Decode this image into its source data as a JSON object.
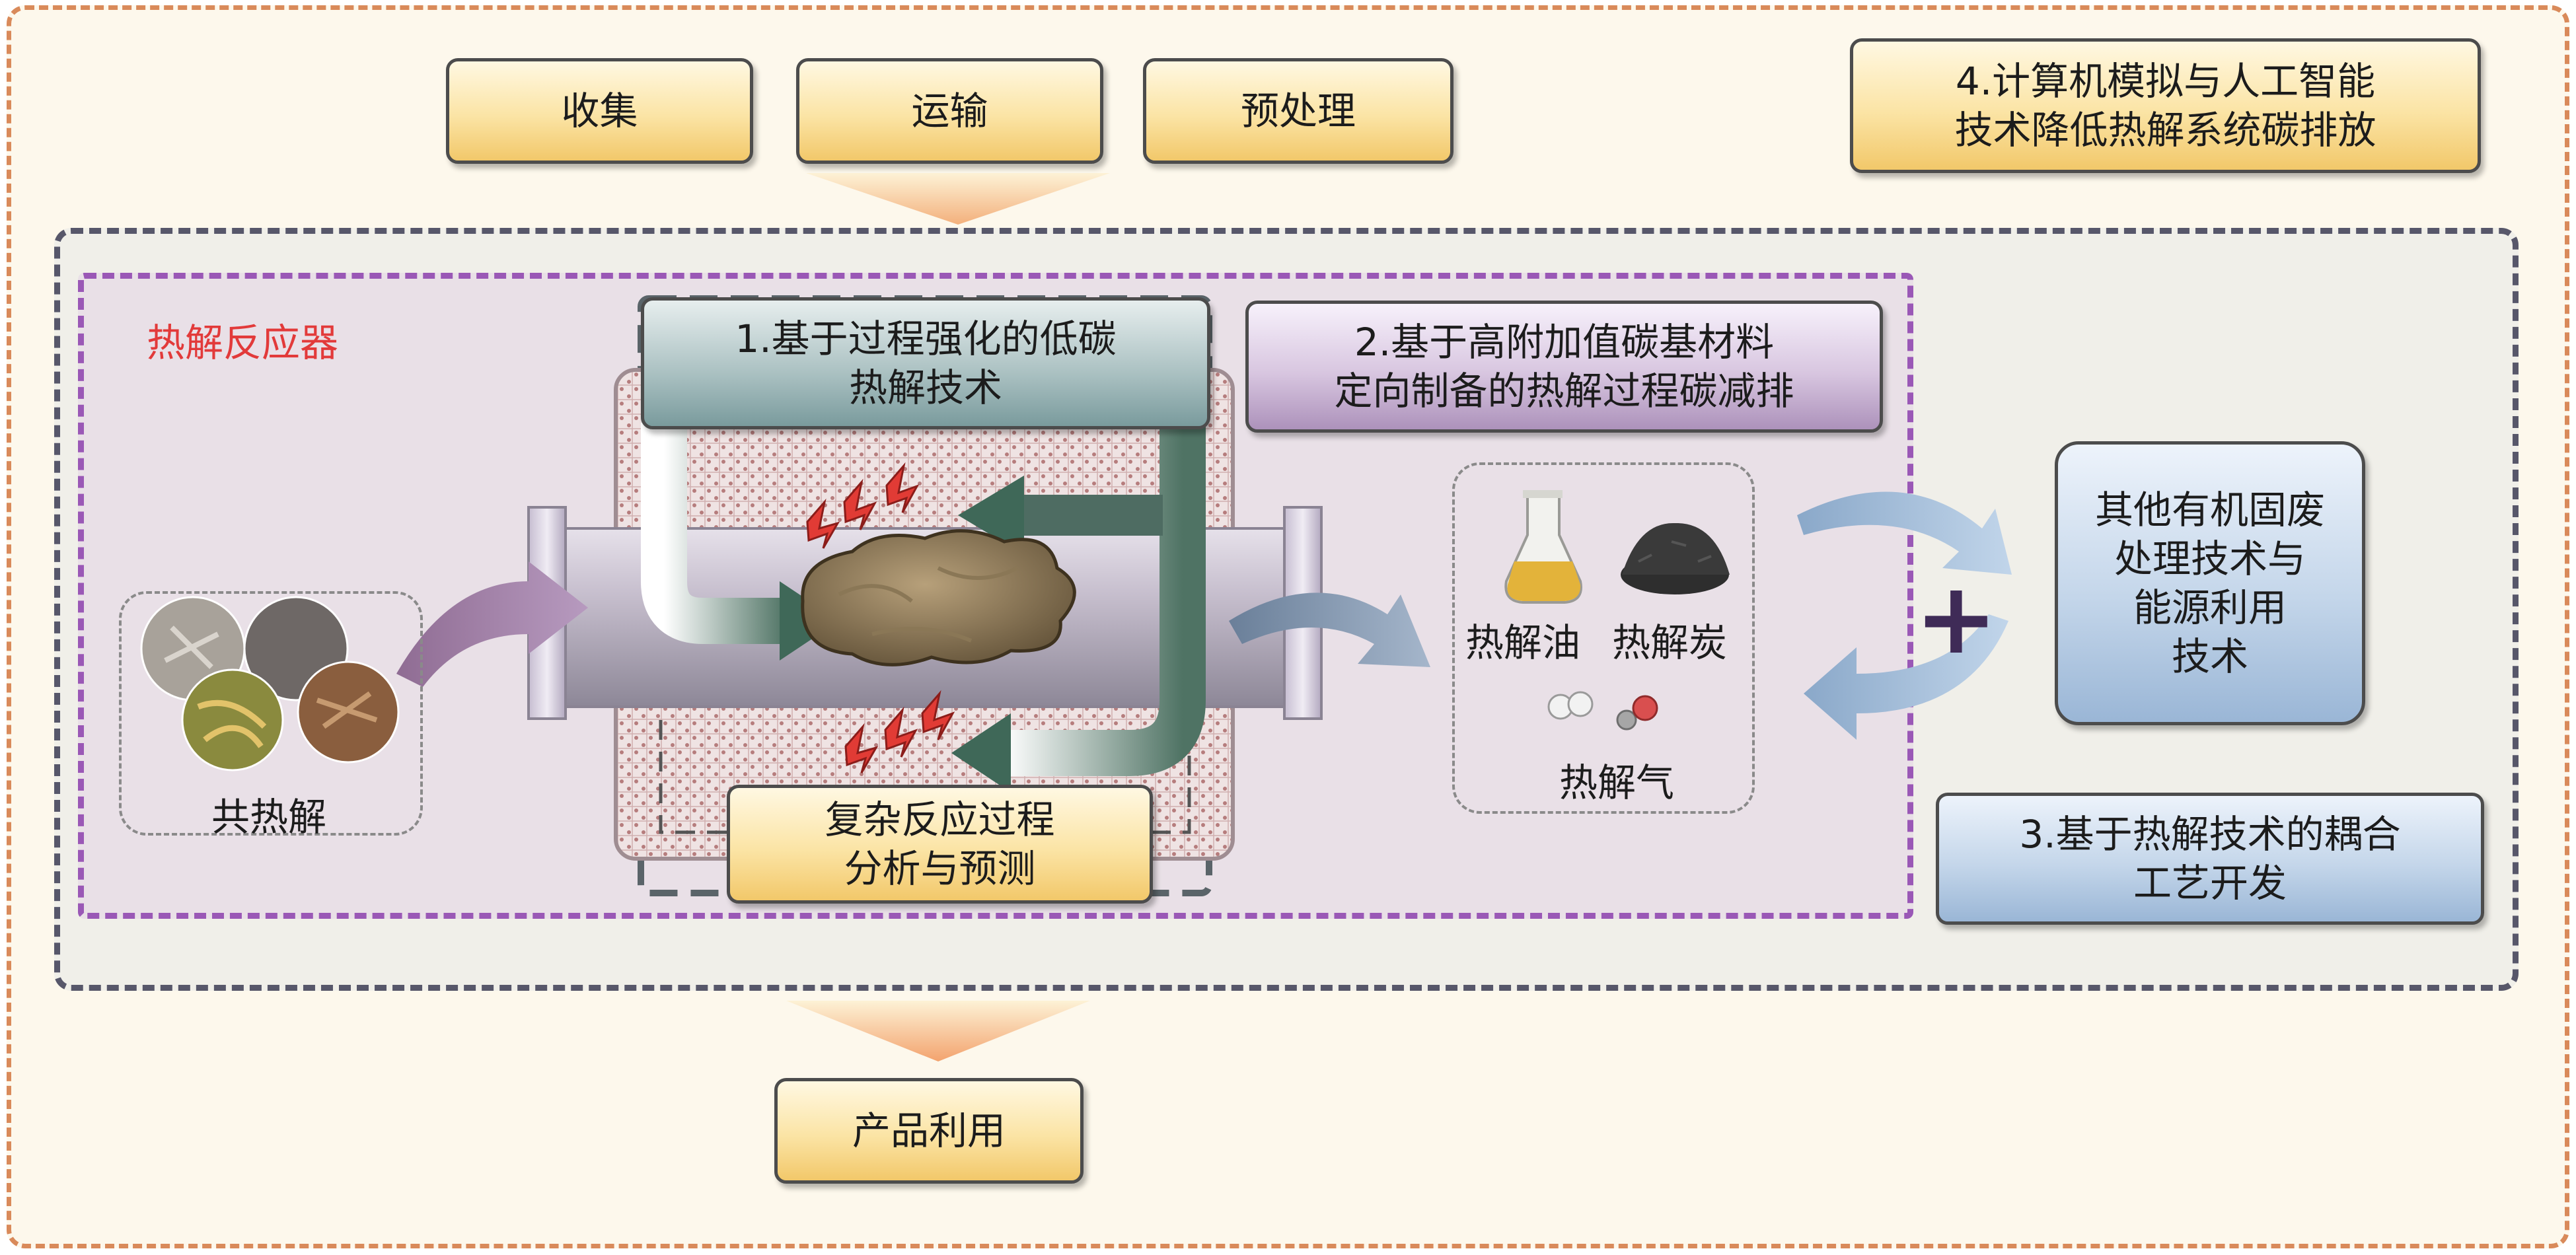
{
  "top_steps": [
    {
      "label": "收集"
    },
    {
      "label": "运输"
    },
    {
      "label": "预处理"
    }
  ],
  "box_ai": {
    "label": "4.计算机模拟与人工智能\n技术降低热解系统碳排放"
  },
  "reactor_title": "热解反应器",
  "box_process": {
    "label": "1.基于过程强化的低碳\n热解技术"
  },
  "box_carbon": {
    "label": "2.基于高附加值碳基材料\n定向制备的热解过程碳减排"
  },
  "box_reaction": {
    "label": "复杂反应过程\n分析与预测"
  },
  "cop_label": "共热解",
  "products": {
    "oil": "热解油",
    "char": "热解炭",
    "gas": "热解气"
  },
  "box_other": {
    "label": "其他有机固废\n处理技术与\n能源利用\n技术"
  },
  "box_coupling": {
    "label": "3.基于热解技术的耦合\n工艺开发"
  },
  "plus": "+",
  "box_product_use": {
    "label": "产品利用"
  }
}
